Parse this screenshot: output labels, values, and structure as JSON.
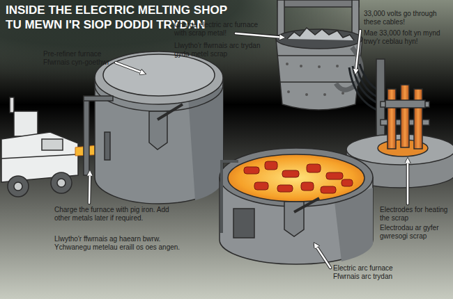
{
  "diagram": {
    "title": "INSIDE THE ELECTRIC MELTING SHOP",
    "labels": [
      "TU MEWN I'R SIOP DODDI TRYDAN",
      "Pre-refiner furnace",
      "Ffwrnais cyn-goethwr",
      "Charge electric arc furnace with scrap metal!",
      "Llwytho'r ffwrnais arc trydan gyda metel scrap",
      "33,000 volts go through these cables!",
      "Mae 33,000 folt yn mynd trwy'r ceblau hyn!",
      "Charge the furnace with pig iron. Add other metals later if required.",
      "Llwytho'r ffwrnais ag haearn bwrw. Ychwanegu metelau eraill os oes angen.",
      "Electrodes for heating the scrap",
      "Electrodau ar gyfer gwresogi scrap",
      "Electric arc furnace",
      "Ffwrnais arc trydan"
    ]
  }
}
